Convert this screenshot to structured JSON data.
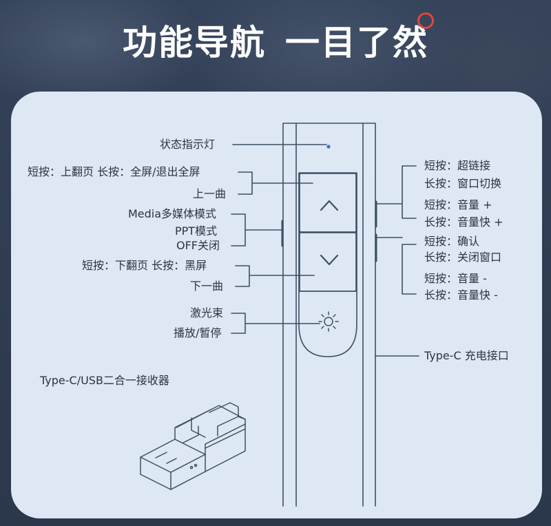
{
  "title": {
    "part1": "功能导航",
    "part2": "一目了然"
  },
  "labels": {
    "status_light": "状态指示灯",
    "up_short_long": "短按：上翻页  长按：全屏/退出全屏",
    "up_track": "上一曲",
    "mode_media": "Media多媒体模式",
    "mode_ppt": "PPT模式",
    "mode_off": "OFF关闭",
    "down_short_long": "短按：下翻页  长按：黑屏",
    "down_track": "下一曲",
    "laser": "激光束",
    "play_pause": "播放/暂停",
    "receiver": "Type-C/USB二合一接收器",
    "right_hyperlink": "短按：超链接",
    "right_switch_window": "长按：窗口切换",
    "right_vol_up": "短按：音量 +",
    "right_vol_up_fast": "长按：音量快 +",
    "right_confirm": "短按：确认",
    "right_close_window": "长按：关闭窗口",
    "right_vol_down": "短按：音量 -",
    "right_vol_down_fast": "长按：音量快 -",
    "typec_port": "Type-C 充电接口"
  },
  "colors": {
    "card_bg": "#dde8f4",
    "line": "#3d4f63",
    "title": "#ffffff",
    "accent_circle": "#e0473b",
    "led": "#3a6fd8"
  },
  "icons": [
    "chevron-up-icon",
    "chevron-down-icon",
    "sun-laser-icon"
  ]
}
